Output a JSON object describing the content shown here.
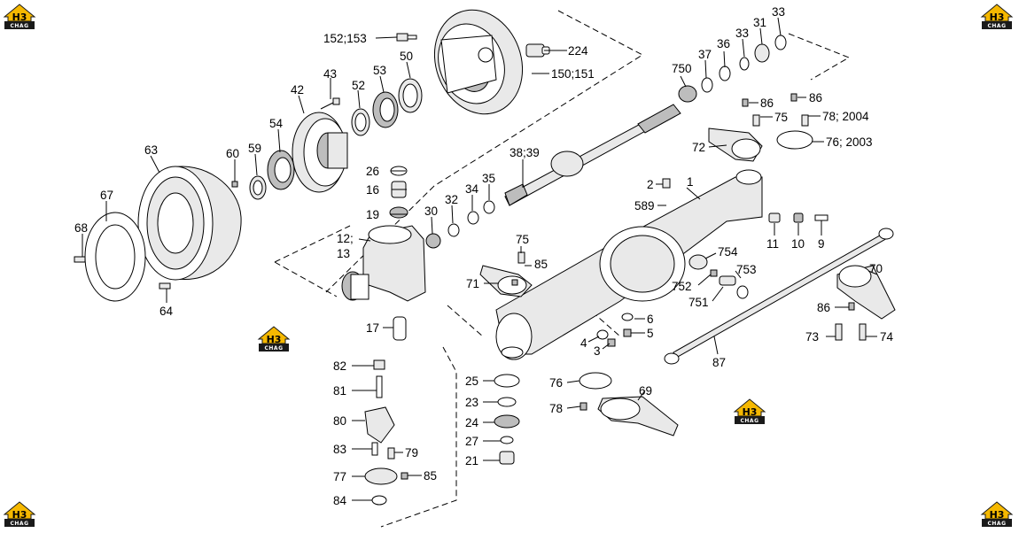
{
  "logo": {
    "top_text": "H3",
    "bottom_text": "CHAG",
    "color": "#f5b800",
    "dark": "#1a1a1a"
  },
  "callouts": {
    "c152": "152;153",
    "c224": "224",
    "c150": "150;151",
    "c50": "50",
    "c53": "53",
    "c43": "43",
    "c52": "52",
    "c42": "42",
    "c54": "54",
    "c63": "63",
    "c60": "60",
    "c59": "59",
    "c67": "67",
    "c68": "68",
    "c64": "64",
    "c26": "26",
    "c16": "16",
    "c19": "19",
    "c12": "12;",
    "c13": "13",
    "c17": "17",
    "c30": "30",
    "c32": "32",
    "c34": "34",
    "c35": "35",
    "c3839": "38;39",
    "c750": "750",
    "c37": "37",
    "c36": "36",
    "c33a": "33",
    "c31": "31",
    "c33b": "33",
    "c86a": "86",
    "c86b": "86",
    "c75a": "75",
    "c782004": "78; 2004",
    "c72": "72",
    "c762003": "76; 2003",
    "c2": "2",
    "c1": "1",
    "c589": "589",
    "c11": "11",
    "c10": "10",
    "c9": "9",
    "c75b": "75",
    "c85a": "85",
    "c71": "71",
    "c754": "754",
    "c753": "753",
    "c752": "752",
    "c751": "751",
    "c70": "70",
    "c86c": "86",
    "c73": "73",
    "c74": "74",
    "c6": "6",
    "c5": "5",
    "c4": "4",
    "c3": "3",
    "c87": "87",
    "c82": "82",
    "c81": "81",
    "c80": "80",
    "c83": "83",
    "c79": "79",
    "c77": "77",
    "c85b": "85",
    "c84": "84",
    "c25": "25",
    "c23": "23",
    "c24": "24",
    "c27": "27",
    "c21": "21",
    "c76": "76",
    "c78": "78",
    "c69": "69"
  }
}
